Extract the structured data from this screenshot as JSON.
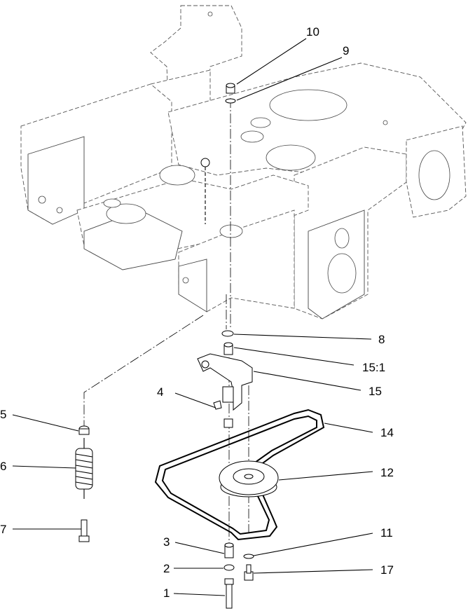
{
  "callouts": {
    "c1": "1",
    "c2": "2",
    "c3": "3",
    "c4": "4",
    "c5": "5",
    "c6": "6",
    "c7": "7",
    "c8": "8",
    "c9": "9",
    "c10": "10",
    "c11": "11",
    "c12": "12",
    "c14": "14",
    "c15": "15",
    "c15_1": "15:1",
    "c17": "17"
  }
}
